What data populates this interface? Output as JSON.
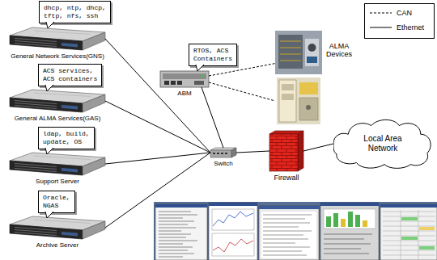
{
  "diagram": {
    "nodes": [
      {
        "text": [
          "dhcp, ntp, dhcp, tftp, nfs, ssh"
        ]
      },
      {
        "text": [
          "General Network Services(GNS)"
        ]
      },
      {
        "text": [
          "RTOS, ACS Containers"
        ]
      },
      {
        "text": [
          "ABM"
        ]
      },
      {
        "text": [
          "ALMA Devices"
        ]
      },
      {
        "text": [
          "ACS services, ACS containers"
        ]
      },
      {
        "text": [
          "General ALMA Services(GAS)"
        ]
      },
      {
        "text": [
          "Switch"
        ]
      },
      {
        "text": [
          "Firewall"
        ]
      },
      {
        "text": [
          "Local Area Network"
        ]
      },
      {
        "text": [
          "ldap, build, update, OS"
        ]
      },
      {
        "text": [
          "Support Server"
        ]
      },
      {
        "text": [
          "Oracle, NGAS"
        ]
      },
      {
        "text": [
          "Archive Server"
        ]
      }
    ],
    "edges": [
      {
        "from": 1,
        "to": 7,
        "arrow": "none"
      },
      {
        "from": 3,
        "to": 4,
        "arrow": "none"
      },
      {
        "from": 3,
        "to": 4,
        "arrow": "none"
      },
      {
        "from": 3,
        "to": 7,
        "arrow": "none"
      },
      {
        "from": 6,
        "to": 7,
        "arrow": "none"
      },
      {
        "from": 11,
        "to": 7,
        "arrow": "none"
      },
      {
        "from": 13,
        "to": 7,
        "arrow": "none"
      },
      {
        "from": 7,
        "to": 8,
        "arrow": "none"
      },
      {
        "from": 8,
        "to": 9,
        "arrow": "none"
      }
    ],
    "legend": [
      {
        "text": "CAN"
      },
      {
        "text": "Ethernet"
      }
    ]
  }
}
